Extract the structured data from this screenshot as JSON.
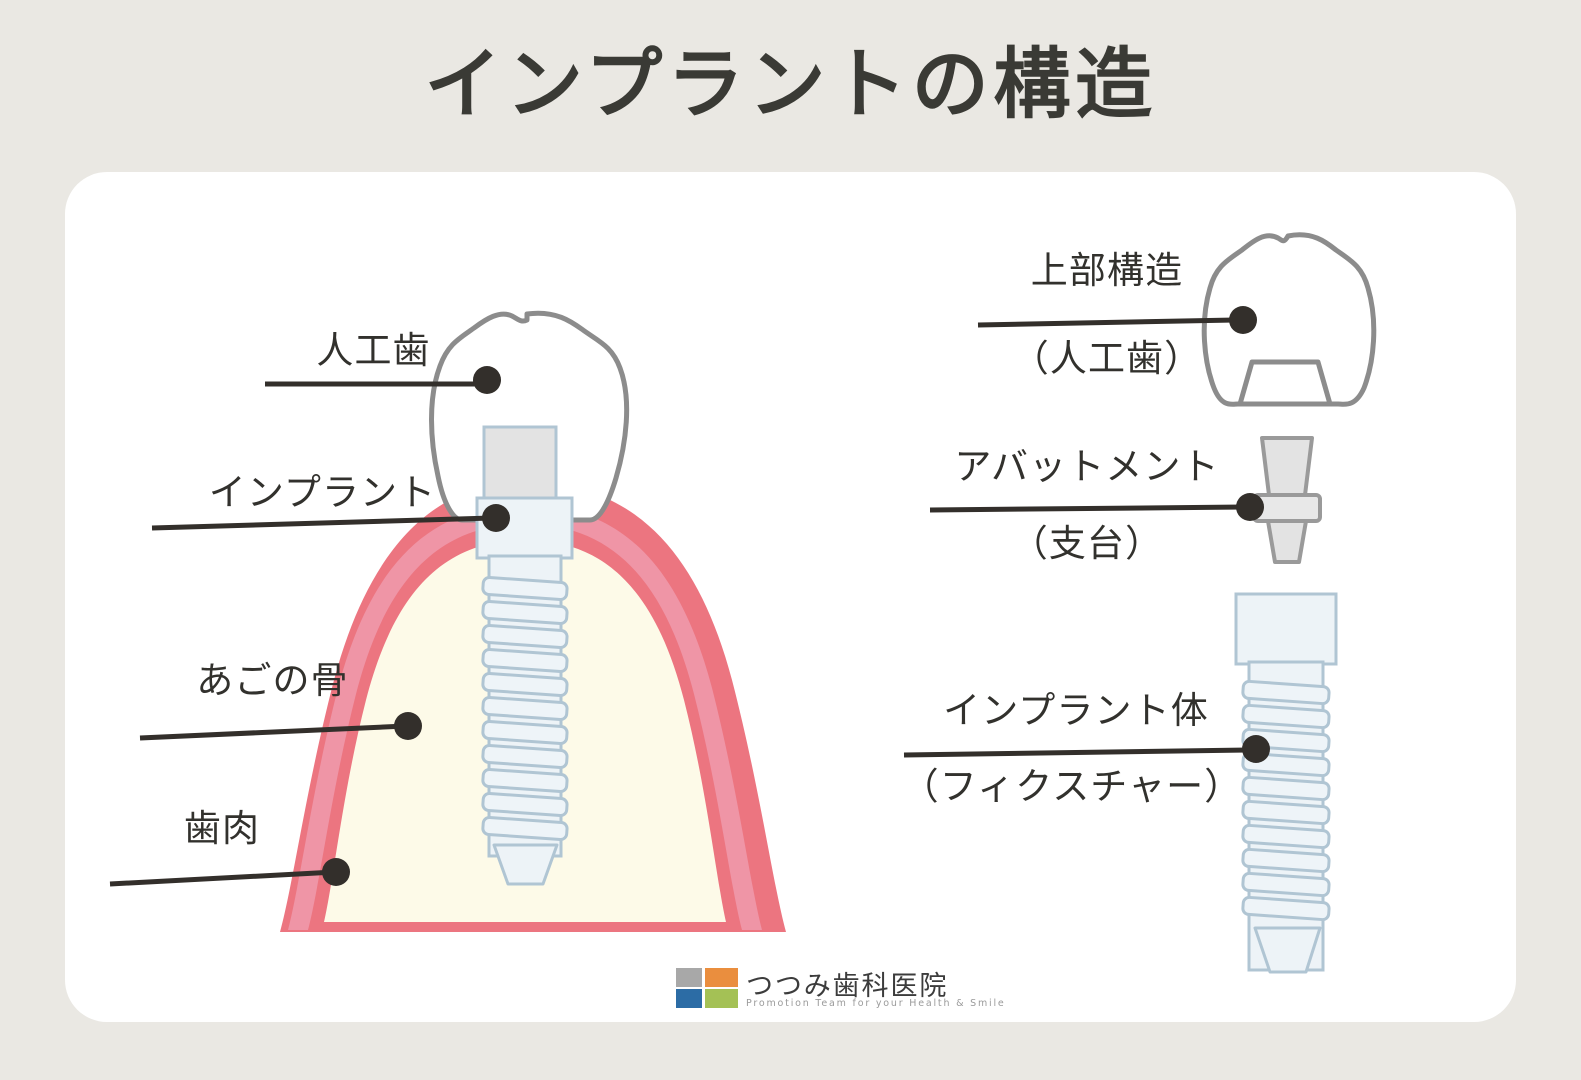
{
  "page": {
    "title": "インプラントの構造",
    "background_color": "#eae8e3",
    "card_color": "#ffffff"
  },
  "colors": {
    "title_text": "#3a3a35",
    "label_text": "#32312d",
    "leader_line": "#332f2b",
    "gum_outer": "#ec7580",
    "gum_inner": "#ef95a6",
    "bone": "#fdfae8",
    "tooth_outline": "#8c8c8c",
    "metal_light": "#ecf2f6",
    "metal_border": "#b0c5d3",
    "abutment_fill": "#e3e3e3",
    "abutment_border": "#9a9a9a"
  },
  "diagram_left": {
    "name": "implant-cross-section",
    "labels": [
      {
        "id": "artificial-tooth",
        "text": "人工歯"
      },
      {
        "id": "implant",
        "text": "インプラント"
      },
      {
        "id": "jaw-bone",
        "text": "あごの骨"
      },
      {
        "id": "gum",
        "text": "歯肉"
      }
    ],
    "parts": [
      "tooth-crown-outline",
      "abutment-block",
      "implant-head-block",
      "threaded-fixture",
      "gum-tissue",
      "jaw-bone-mass"
    ]
  },
  "diagram_right": {
    "name": "implant-components",
    "components": [
      {
        "id": "superstructure",
        "line1": "上部構造",
        "line2": "（人工歯）",
        "shape": "molar-crown"
      },
      {
        "id": "abutment",
        "line1": "アバットメント",
        "line2": "（支台）",
        "shape": "abutment-post"
      },
      {
        "id": "fixture",
        "line1": "インプラント体",
        "line2": "（フィクスチャー）",
        "shape": "threaded-screw"
      }
    ]
  },
  "logo": {
    "brand": "つつみ歯科医院",
    "tagline": "Promotion Team for your Health & Smile",
    "swatches": [
      {
        "id": "gray",
        "color": "#a8a8a8"
      },
      {
        "id": "orange",
        "color": "#ea8e3e"
      },
      {
        "id": "blue",
        "color": "#2c6ca5"
      },
      {
        "id": "green",
        "color": "#a4c155"
      }
    ]
  }
}
